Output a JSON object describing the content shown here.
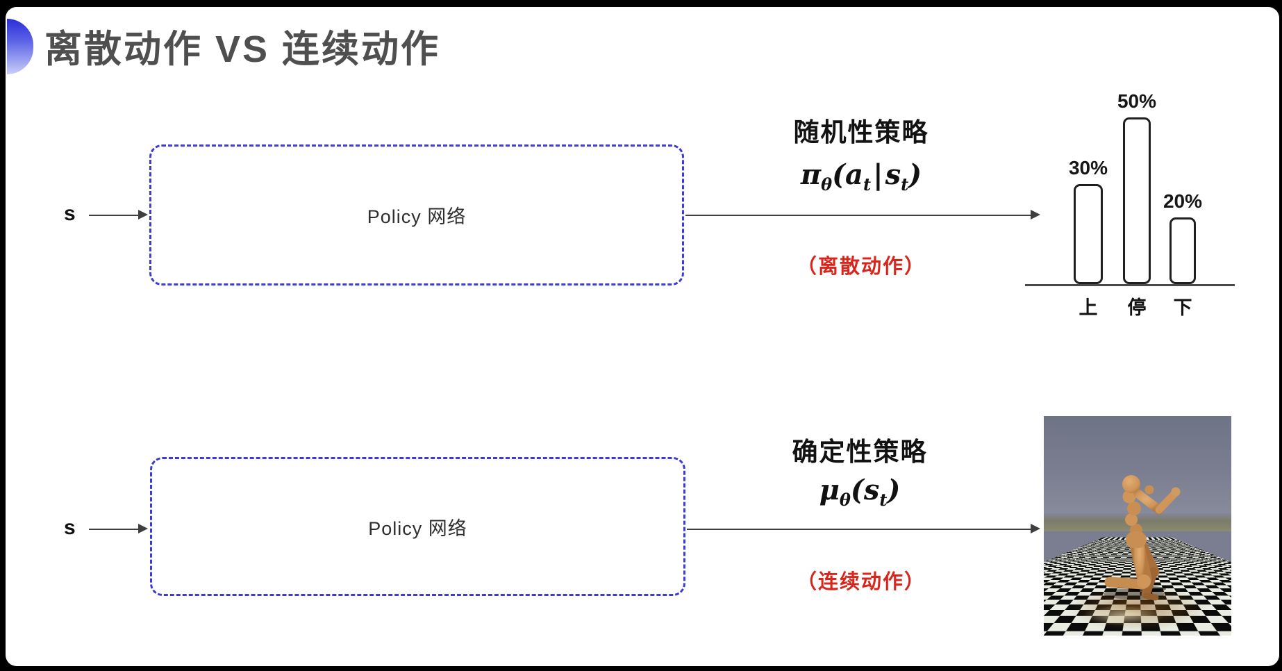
{
  "slide": {
    "title": "离散动作 VS 连续动作",
    "title_color": "#4f4f4f",
    "accent_color": "#3c3cd1",
    "background": "#ffffff",
    "frame_color": "#000000"
  },
  "top_flow": {
    "input_label": "s",
    "box_label": "Policy 网络",
    "policy_heading": "随机性策略",
    "formula": {
      "base": "π",
      "base_sub": "θ",
      "open": "(",
      "arg1": "a",
      "arg1_sub": "t",
      "separator": "|",
      "arg2": "s",
      "arg2_sub": "t",
      "close": ")"
    },
    "action_note": "（离散动作）",
    "note_color": "#d9261c"
  },
  "bottom_flow": {
    "input_label": "s",
    "box_label": "Policy 网络",
    "policy_heading": "确定性策略",
    "formula": {
      "base": "μ",
      "base_sub": "θ",
      "open": "(",
      "arg1": "s",
      "arg1_sub": "t",
      "close": ")"
    },
    "action_note": "（连续动作）",
    "note_color": "#d9261c"
  },
  "chart_data": {
    "type": "bar",
    "categories": [
      "上",
      "停",
      "下"
    ],
    "values": [
      30,
      50,
      20
    ],
    "value_labels": [
      "30%",
      "50%",
      "20%"
    ],
    "title": "",
    "xlabel": "",
    "ylabel": "",
    "ylim": [
      0,
      55
    ],
    "grid": false,
    "legend": "none",
    "bar_outline_color": "#1f1f1f"
  },
  "environment_image": {
    "alt": "MuJoCo humanoid robot running on a black-and-white checkerboard floor",
    "sky_top_color": "#6e7386",
    "sky_bottom_color": "#888c9c",
    "far_ground_color": "#7b7c68",
    "tile_light_color": "#e8ece2",
    "tile_dark_color": "#0b0b0b",
    "body_color": "#cf9559"
  }
}
